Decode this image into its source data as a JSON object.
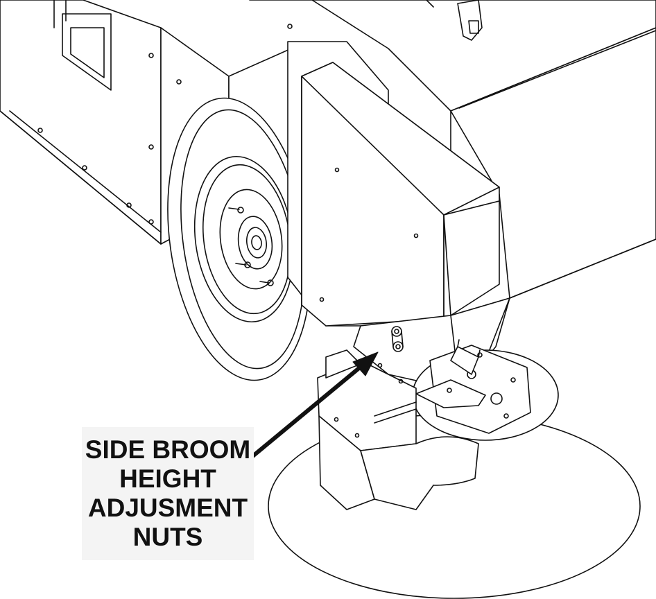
{
  "diagram": {
    "callout": {
      "lines": [
        "SIDE BROOM",
        "HEIGHT",
        "ADJUSMENT",
        "NUTS"
      ],
      "target": "adjustment-nuts"
    },
    "colors": {
      "line": "#111111",
      "fill": "#ffffff",
      "label_background": "#f4f4f4"
    }
  }
}
